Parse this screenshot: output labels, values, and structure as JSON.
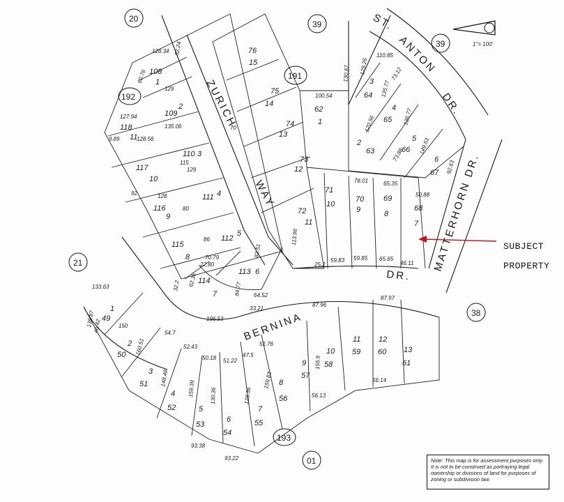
{
  "map_refs": [
    {
      "id": "ref-20",
      "label": "20"
    },
    {
      "id": "ref-39a",
      "label": "39"
    },
    {
      "id": "ref-39b",
      "label": "39"
    },
    {
      "id": "ref-192",
      "label": "192"
    },
    {
      "id": "ref-191",
      "label": "191"
    },
    {
      "id": "ref-21",
      "label": "21"
    },
    {
      "id": "ref-38",
      "label": "38"
    },
    {
      "id": "ref-193",
      "label": "193"
    },
    {
      "id": "ref-01",
      "label": "01"
    }
  ],
  "streets": {
    "zurich": "ZURICH",
    "way": "WAY",
    "st": "ST.",
    "anton": "ANTON",
    "dr_top": "DR.",
    "matterhorn": "MATTERHORN DR.",
    "bernina": "BERNINA",
    "dr_mid": "DR."
  },
  "scale": {
    "text": "1\"= 100'"
  },
  "subject": {
    "line1": "SUBJECT",
    "line2": "PROPERTY"
  },
  "note": "Note: This map is for assessment purposes only. It is not to be construed as portraying legal ownership or divisions of land for purposes of zoning or subdivision law.",
  "lots": [
    {
      "num": "108",
      "parcel": "1"
    },
    {
      "num": "109",
      "parcel": "2"
    },
    {
      "num": "110",
      "parcel": "3"
    },
    {
      "num": "111",
      "parcel": "4"
    },
    {
      "num": "112",
      "parcel": "5"
    },
    {
      "num": "113",
      "parcel": "6"
    },
    {
      "num": "114",
      "parcel": "7"
    },
    {
      "num": "115",
      "parcel": "8"
    },
    {
      "num": "116",
      "parcel": "9"
    },
    {
      "num": "117",
      "parcel": "10"
    },
    {
      "num": "118",
      "parcel": "11"
    },
    {
      "num": "76",
      "parcel": "15"
    },
    {
      "num": "75",
      "parcel": "14"
    },
    {
      "num": "74",
      "parcel": "13"
    },
    {
      "num": "73",
      "parcel": "12"
    },
    {
      "num": "72",
      "parcel": "11"
    },
    {
      "num": "62",
      "parcel": "1"
    },
    {
      "num": "63",
      "parcel": "2"
    },
    {
      "num": "64",
      "parcel": "3"
    },
    {
      "num": "65",
      "parcel": "4"
    },
    {
      "num": "66",
      "parcel": "5"
    },
    {
      "num": "67",
      "parcel": "6"
    },
    {
      "num": "68",
      "parcel": "7"
    },
    {
      "num": "69",
      "parcel": "8"
    },
    {
      "num": "70",
      "parcel": "9"
    },
    {
      "num": "71",
      "parcel": "10"
    },
    {
      "num": "49",
      "parcel": "1"
    },
    {
      "num": "50",
      "parcel": "2"
    },
    {
      "num": "51",
      "parcel": "3"
    },
    {
      "num": "52",
      "parcel": "4"
    },
    {
      "num": "53",
      "parcel": "5"
    },
    {
      "num": "54",
      "parcel": "6"
    },
    {
      "num": "55",
      "parcel": "7"
    },
    {
      "num": "56",
      "parcel": "8"
    },
    {
      "num": "57",
      "parcel": "9"
    },
    {
      "num": "58",
      "parcel": "10"
    },
    {
      "num": "59",
      "parcel": "11"
    },
    {
      "num": "60",
      "parcel": "12"
    },
    {
      "num": "61",
      "parcel": "13"
    }
  ],
  "dims": [
    "128.34",
    "52.24",
    "60.76",
    "129",
    "127.94",
    "9.89",
    "128.56",
    "135.06",
    "115",
    "129",
    "128",
    "80",
    "70",
    "92",
    "86",
    "82.51",
    "113.96",
    "100.54",
    "130.87",
    "110.85",
    "129.26",
    "120.56",
    "135.77",
    "73.12",
    "73.88",
    "136.77",
    "149.53",
    "92.63",
    "78.01",
    "65.35",
    "50.88",
    "59.85",
    "65.65",
    "46.11",
    "25.2",
    "59.83",
    "133.63",
    "135.87",
    "46.42",
    "150",
    "160.51",
    "54.7",
    "52.43",
    "50.18",
    "51.22",
    "47.5",
    "51.76",
    "87.96",
    "87.97",
    "148.48",
    "159.39",
    "130.36",
    "128.36",
    "159.83",
    "155.9",
    "56.13",
    "56.14",
    "93.38",
    "93.22",
    "196.53",
    "64.52",
    "70.79",
    "22.80",
    "33.21",
    "84.77",
    "62.36",
    "32.2"
  ]
}
